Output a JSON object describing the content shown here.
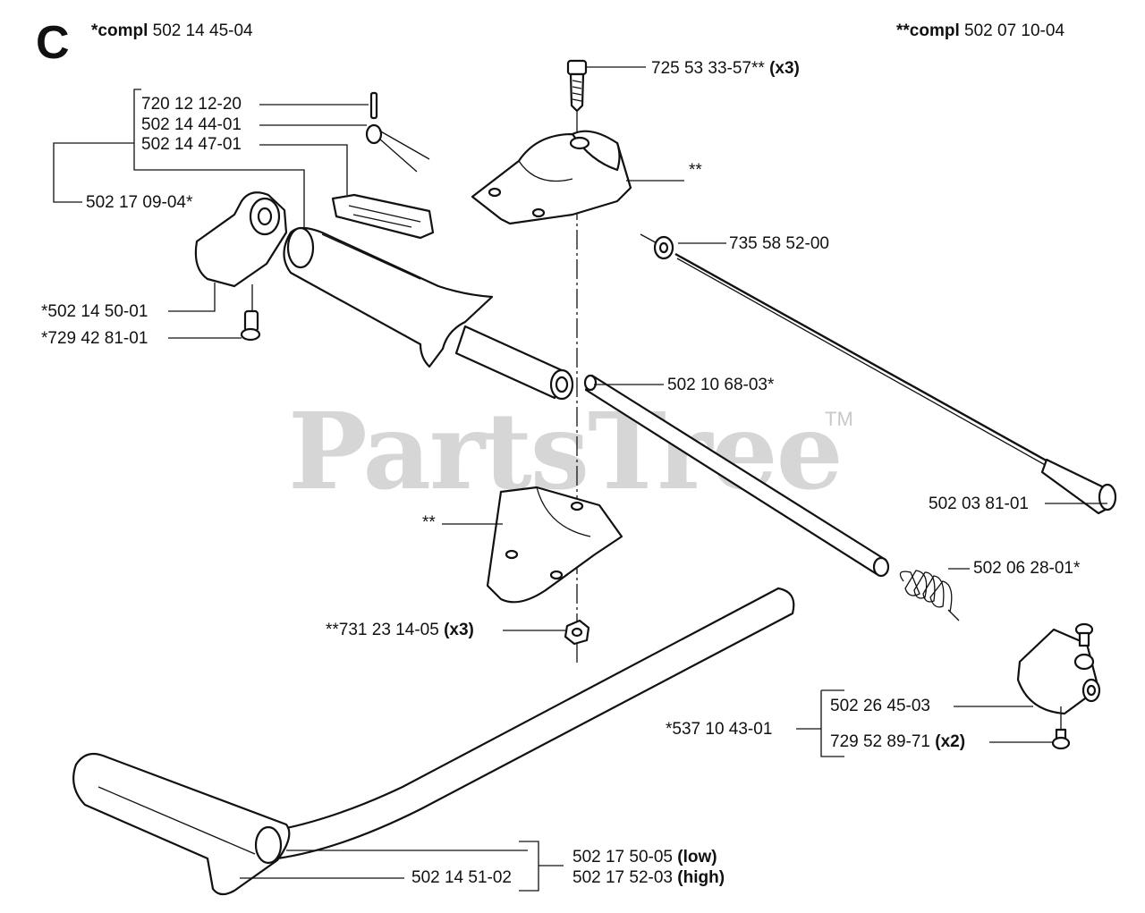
{
  "section_letter": "C",
  "header": {
    "left": {
      "prefix": "*compl",
      "number": "502 14 45-04"
    },
    "right": {
      "prefix": "**compl",
      "number": "502 07 10-04"
    }
  },
  "watermark": {
    "text": "PartsTree",
    "tm": "TM"
  },
  "callouts": {
    "screw_top": {
      "number": "725 53 33-57**",
      "qty": "(x3)"
    },
    "clamp_top": "**",
    "washer": "735 58 52-00",
    "pin": "720 12 12-20",
    "spring_small": "502 14 44-01",
    "trigger": "502 14 47-01",
    "handle_assy": "502 17 09-04*",
    "grip_cap": "*502 14 50-01",
    "grip_screw": "*729 42 81-01",
    "tube": "502 10 68-03*",
    "cable": "502 03 81-01",
    "clamp_bottom": "**",
    "spring_large": "502 06 28-01*",
    "nut": {
      "number": "**731 23 14-05",
      "qty": "(x3)"
    },
    "end_fitting": "502 26 45-03",
    "end_assy": "*537 10 43-01",
    "end_screw": {
      "number": "729 52 89-71",
      "qty": "(x2)"
    },
    "bar_low": {
      "number": "502 17 50-05",
      "qty": "(low)"
    },
    "bar_high": {
      "number": "502 17 52-03",
      "qty": "(high)"
    },
    "bar_grip": "502 14 51-02"
  }
}
